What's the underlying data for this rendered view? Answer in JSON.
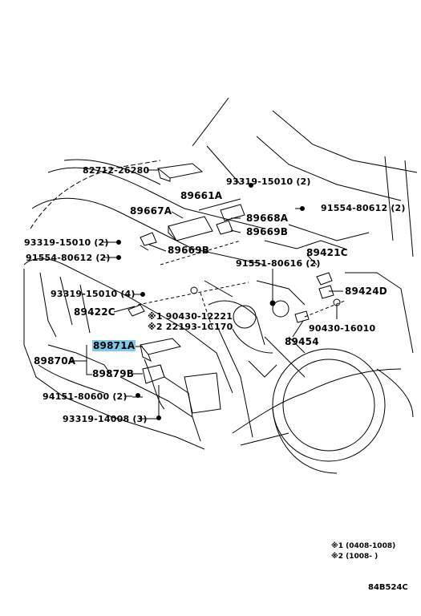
{
  "labels": {
    "p82712": "82712-26280",
    "p93319_top": "93319-15010 (2)",
    "p89661A": "89661A",
    "p91554_right": "91554-80612 (2)",
    "p89667A": "89667A",
    "p89668A": "89668A",
    "p93319_left": "93319-15010 (2)",
    "p89669B_right": "89669B",
    "p91554_left": "91554-80612 (2)",
    "p89669B_left": "89669B",
    "p89421C": "89421C",
    "p91551": "91551-80616 (2)",
    "p93319_4": "93319-15010 (4)",
    "p89424D": "89424D",
    "p89422C": "89422C",
    "p90430_12221": "※1  90430-12221",
    "p22193": "※2  22193-1C170",
    "p90430_16010": "90430-16010",
    "p89871A": "89871A",
    "p89454": "89454",
    "p89870A": "89870A",
    "p89879B": "89879B",
    "p94151": "94151-80600 (2)",
    "p93319_14008": "93319-14008 (3)"
  },
  "notes": {
    "note1": "※1  (0408-1008)",
    "note2": "※2  (1008-         )"
  },
  "diagram_code": "84B524C",
  "colors": {
    "highlight": "#7fc8ea",
    "line": "#000000"
  }
}
